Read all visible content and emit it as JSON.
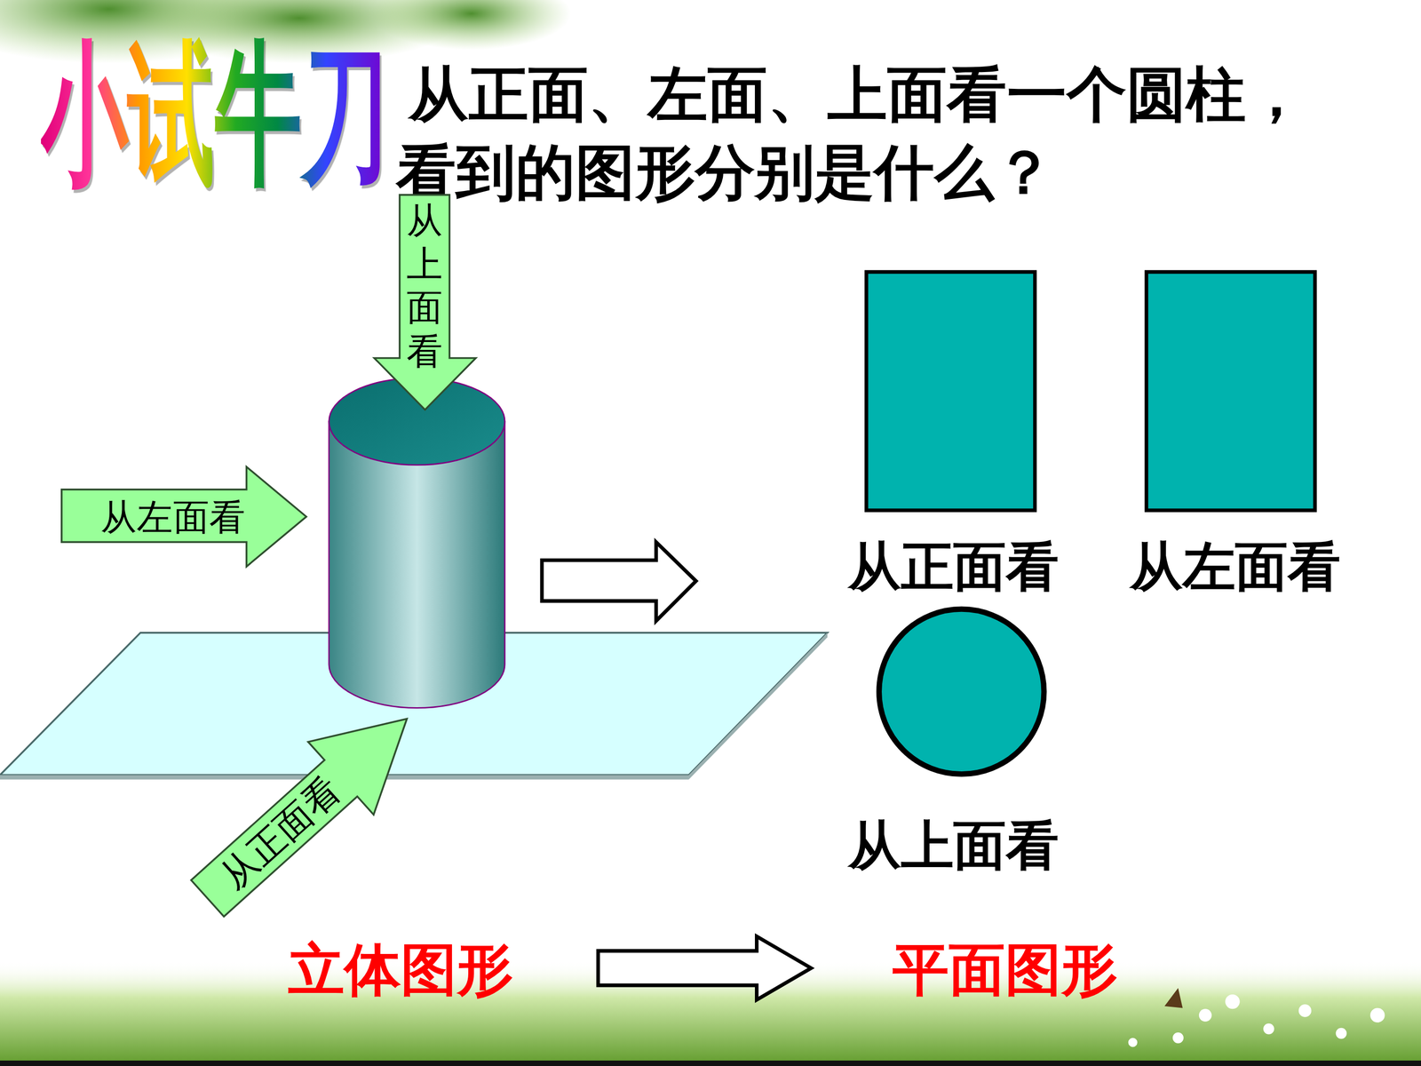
{
  "diagram": {
    "title": "小试牛刀",
    "nodes": [
      {
        "text": [
          "从上面看"
        ]
      },
      {
        "text": [
          "从正面看"
        ]
      },
      {
        "text": [
          "从左面看"
        ]
      },
      {
        "text": [
          "从左面看"
        ]
      },
      {
        "text": [
          "从上面看"
        ]
      },
      {
        "text": [
          "从正面看"
        ]
      }
    ],
    "labels": [
      "从正面、左面、上面看一个圆柱，看到的图形分别是什么？",
      "立体图形",
      "平面图形"
    ]
  }
}
